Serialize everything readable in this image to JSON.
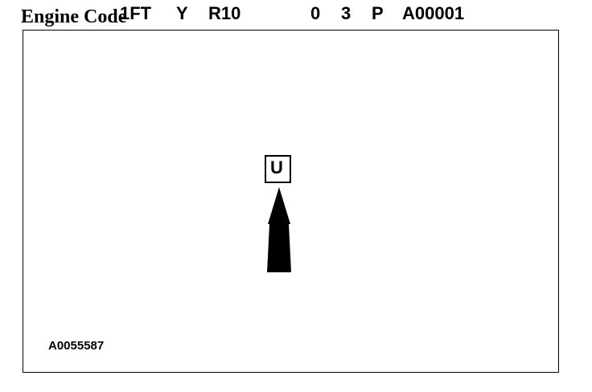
{
  "title": "Engine Code",
  "vin": {
    "segments": [
      "1FT",
      "Y",
      "R10",
      "0",
      "3",
      "P",
      "A00001"
    ],
    "highlighted": "U"
  },
  "figure_id": "A0055587"
}
